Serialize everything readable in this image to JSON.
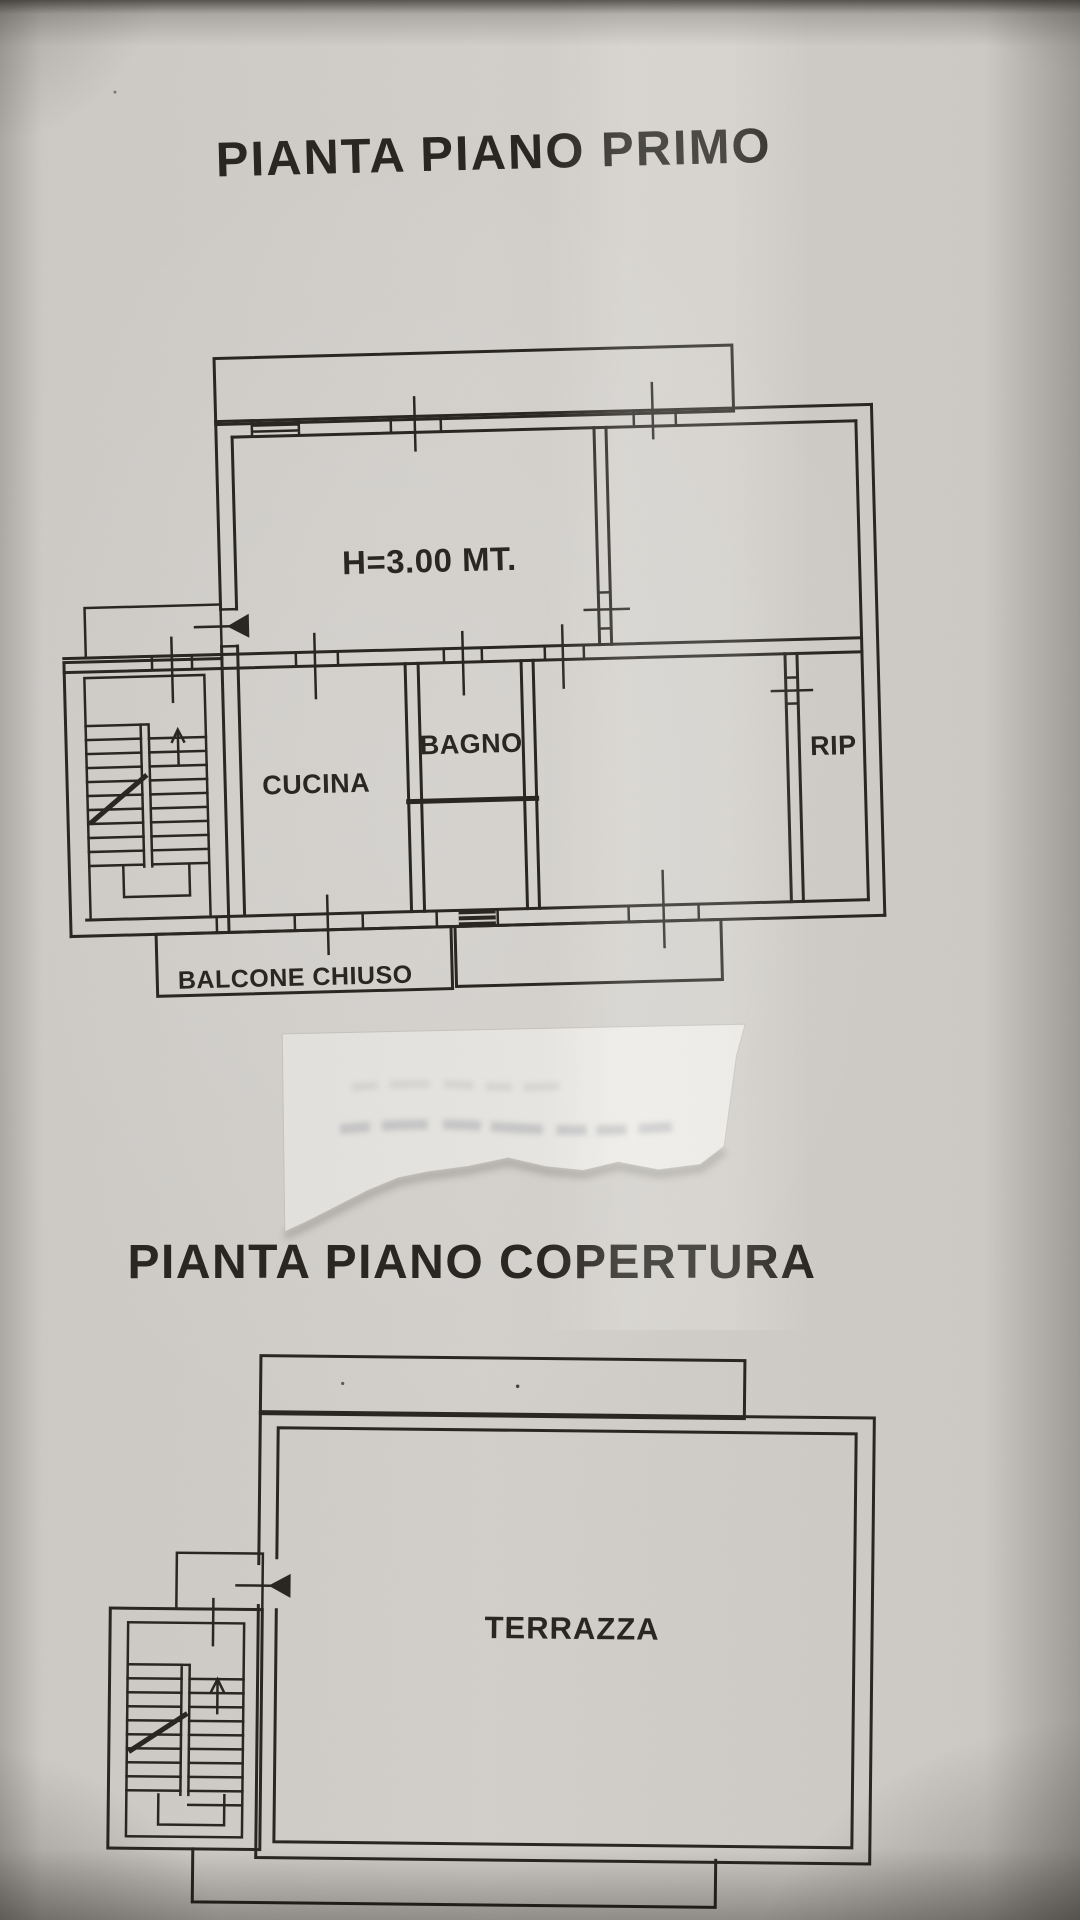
{
  "plans": {
    "first": {
      "title": "PIANTA PIANO PRIMO",
      "ceiling_height_label": "H=3.00 MT.",
      "room_kitchen": "CUCINA",
      "room_bathroom": "BAGNO",
      "room_storage": "RIP",
      "room_closed_balcony": "BALCONE CHIUSO"
    },
    "roof": {
      "title": "PIANTA PIANO COPERTURA",
      "room_terrace": "TERRAZZA"
    },
    "colors": {
      "paper": "#cfccc8",
      "ink": "#26231f",
      "torn_patch_paper": "#e9e7e3"
    }
  }
}
